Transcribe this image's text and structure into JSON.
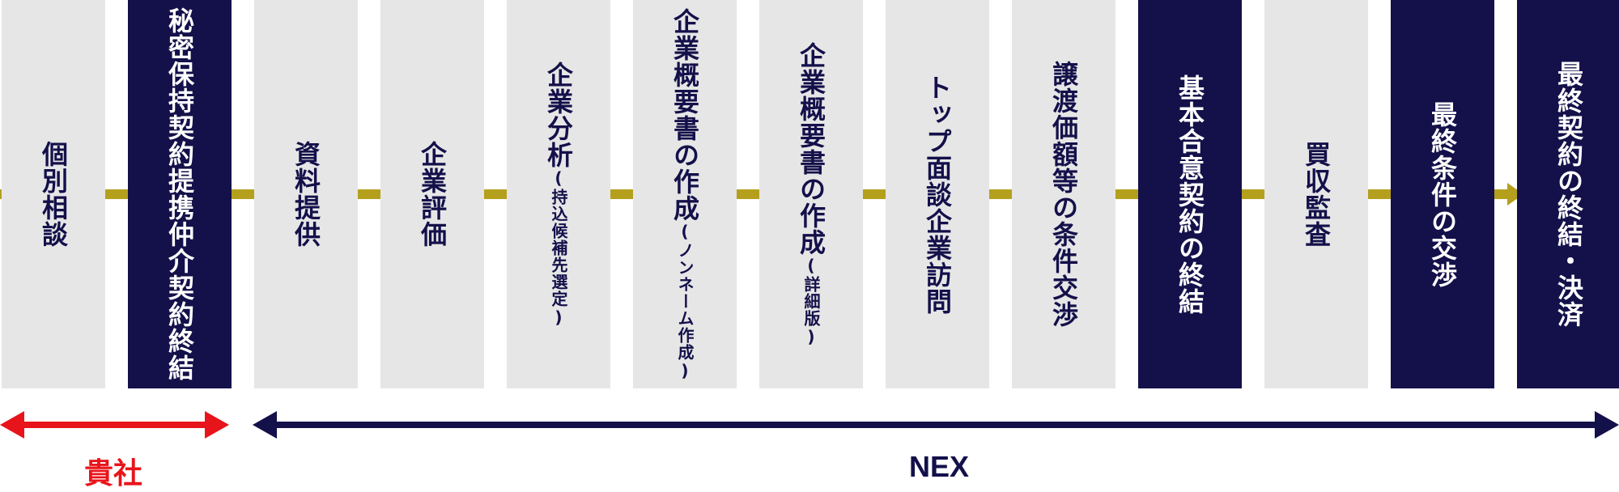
{
  "colors": {
    "light_box": "#e6e6e6",
    "dark_box": "#13104a",
    "connector": "#b5a01e",
    "client_arrow": "#e8141b",
    "nex_arrow": "#13104a"
  },
  "steps": [
    {
      "theme": "light",
      "lines": [
        "個別相談"
      ],
      "sub": ""
    },
    {
      "theme": "dark",
      "lines": [
        "秘密保持契約",
        "提携仲介契約終結"
      ],
      "sub": ""
    },
    {
      "theme": "light",
      "lines": [
        "資料提供"
      ],
      "sub": ""
    },
    {
      "theme": "light",
      "lines": [
        "企業評価"
      ],
      "sub": ""
    },
    {
      "theme": "light",
      "lines": [
        "企業分析"
      ],
      "sub": "(持込候補先選定)"
    },
    {
      "theme": "light",
      "lines": [
        "企業概要書の作成"
      ],
      "sub": "(ノンネーム作成)"
    },
    {
      "theme": "light",
      "lines": [
        "企業概要書の作成"
      ],
      "sub": "(詳細版)"
    },
    {
      "theme": "light",
      "lines": [
        "トップ面談",
        "企業訪問"
      ],
      "sub": ""
    },
    {
      "theme": "light",
      "lines": [
        "譲渡価額等の条件交渉"
      ],
      "sub": ""
    },
    {
      "theme": "dark",
      "lines": [
        "基本合意契約の終結"
      ],
      "sub": ""
    },
    {
      "theme": "light",
      "lines": [
        "買収監査"
      ],
      "sub": ""
    },
    {
      "theme": "dark",
      "lines": [
        "最終条件の交渉"
      ],
      "sub": ""
    },
    {
      "theme": "dark",
      "lines": [
        "最終契約の終結・決済"
      ],
      "sub": ""
    }
  ],
  "labels": {
    "client": "貴社",
    "nex": "NEX"
  }
}
